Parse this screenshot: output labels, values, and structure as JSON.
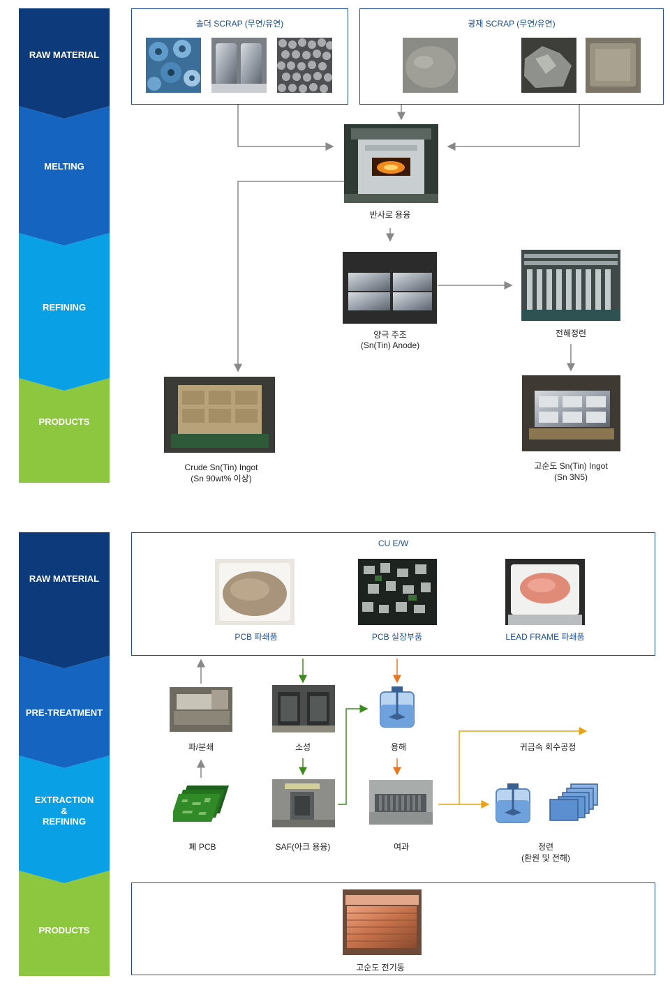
{
  "process_tin": {
    "stages": [
      "RAW MATERIAL",
      "MELTING",
      "REFINING",
      "PRODUCTS"
    ],
    "box_solder_title": "솔더 SCRAP (무연/유연)",
    "box_ore_title": "광재 SCRAP (무연/유연)",
    "furnace_label": "반사로 용융",
    "anode_label_1": "양극 주조",
    "anode_label_2": "(Sn(Tin) Anode)",
    "electro_label": "전해정련",
    "crude_label_1": "Crude Sn(Tin) Ingot",
    "crude_label_2": "(Sn 90wt% 이상)",
    "pure_label_1": "고순도 Sn(Tin) Ingot",
    "pure_label_2": "(Sn 3N5)"
  },
  "process_copper": {
    "stages": [
      "RAW MATERIAL",
      "PRE-TREATMENT",
      "EXTRACTION",
      "&",
      "REFINING",
      "PRODUCTS"
    ],
    "box_title": "CU E/W",
    "pcb_crush_label": "PCB 파쇄품",
    "pcb_parts_label": "PCB 실장부품",
    "leadframe_label": "LEAD FRAME 파쇄품",
    "crush_label": "파/분쇄",
    "roast_label": "소성",
    "dissolve_label": "용해",
    "precious_label": "귀금속 회수공정",
    "waste_pcb_label": "폐 PCB",
    "saf_label": "SAF(아크 용융)",
    "filter_label": "여과",
    "refine_label_1": "정련",
    "refine_label_2": "(환원 및 전해)",
    "product_label": "고순도 전기동"
  },
  "colors": {
    "stage_dark": "#0d3a7a",
    "stage_mid": "#1565c0",
    "stage_light": "#0aa0e6",
    "stage_green": "#8dc63f",
    "box_border": "#1f4e8c",
    "arrow_gray": "#888888",
    "arrow_green": "#3d8b1f",
    "arrow_orange": "#e87722",
    "arrow_yellow": "#e8a317"
  }
}
